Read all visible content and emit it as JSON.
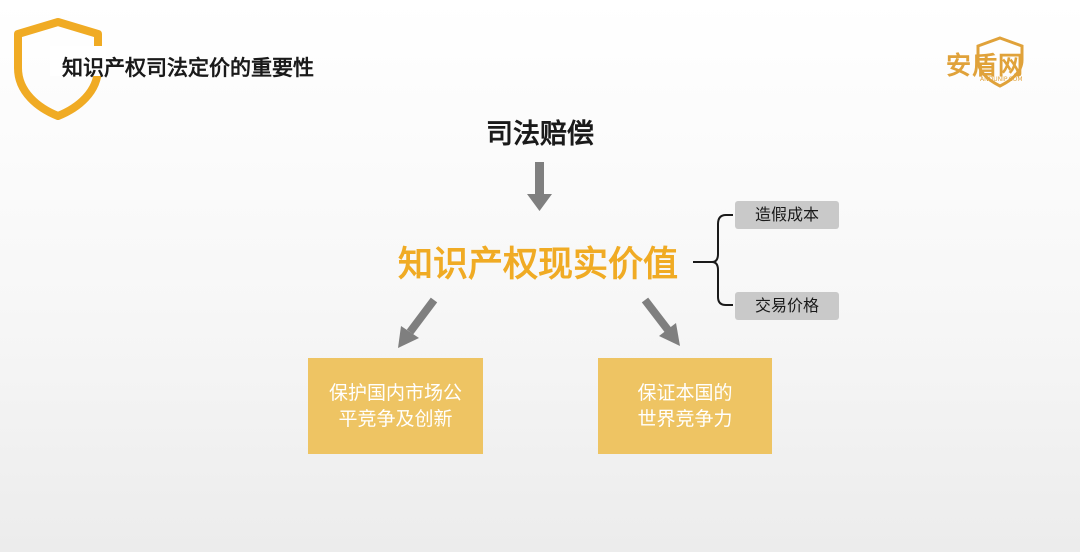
{
  "header": {
    "title": "知识产权司法定价的重要性"
  },
  "logo": {
    "text": "安盾网",
    "subtext": "ANDUNIP.COM"
  },
  "diagram": {
    "top_node": "司法赔偿",
    "center_node": "知识产权现实价值",
    "tags": {
      "cost": "造假成本",
      "price": "交易价格"
    },
    "boxes": {
      "left": {
        "line1": "保护国内市场公",
        "line2": "平竞争及创新"
      },
      "right": {
        "line1": "保证本国的",
        "line2": "世界竞争力"
      }
    }
  },
  "colors": {
    "accent": "#f0ab24",
    "box_fill": "#eec463",
    "tag_fill": "#c9c9c9",
    "arrow": "#7f7f7f"
  },
  "icons": [
    "shield-icon",
    "arrow-down-icon",
    "arrow-down-left-icon",
    "arrow-down-right-icon",
    "brace-connector"
  ]
}
